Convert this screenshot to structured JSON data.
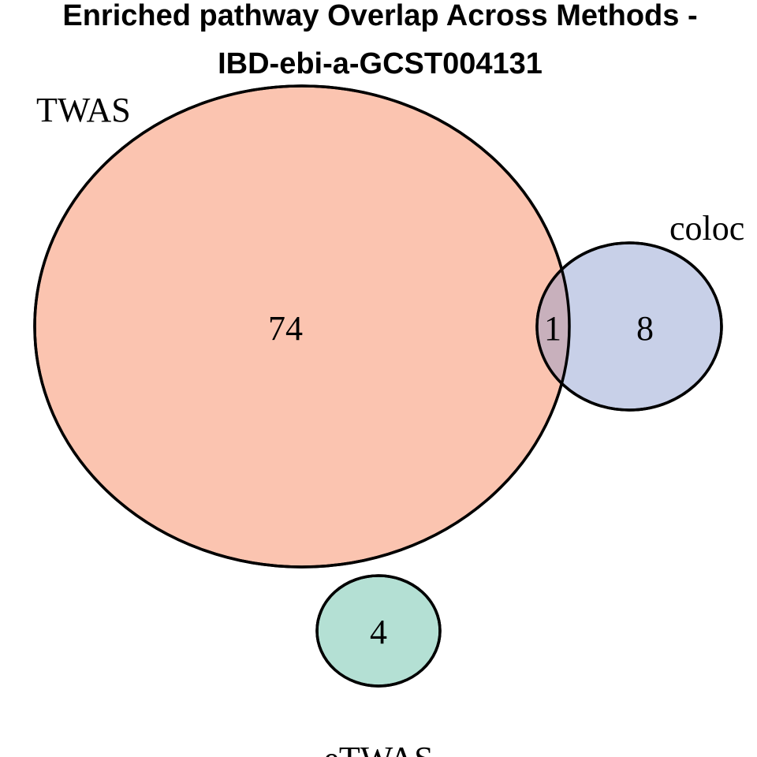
{
  "title": {
    "line1": "Enriched pathway Overlap Across Methods -",
    "line2": "IBD-ebi-a-GCST004131"
  },
  "sets": {
    "twas": {
      "label": "TWAS",
      "color": "#fbc4b0"
    },
    "coloc": {
      "label": "coloc",
      "color": "#c8d0e8"
    },
    "etwas": {
      "label": "eTWAS",
      "color": "#b4e0d4"
    }
  },
  "overlap_color": "#c8b0bc",
  "counts": {
    "twas_only": "74",
    "twas_coloc": "1",
    "coloc_only": "8",
    "etwas_only": "4"
  }
}
